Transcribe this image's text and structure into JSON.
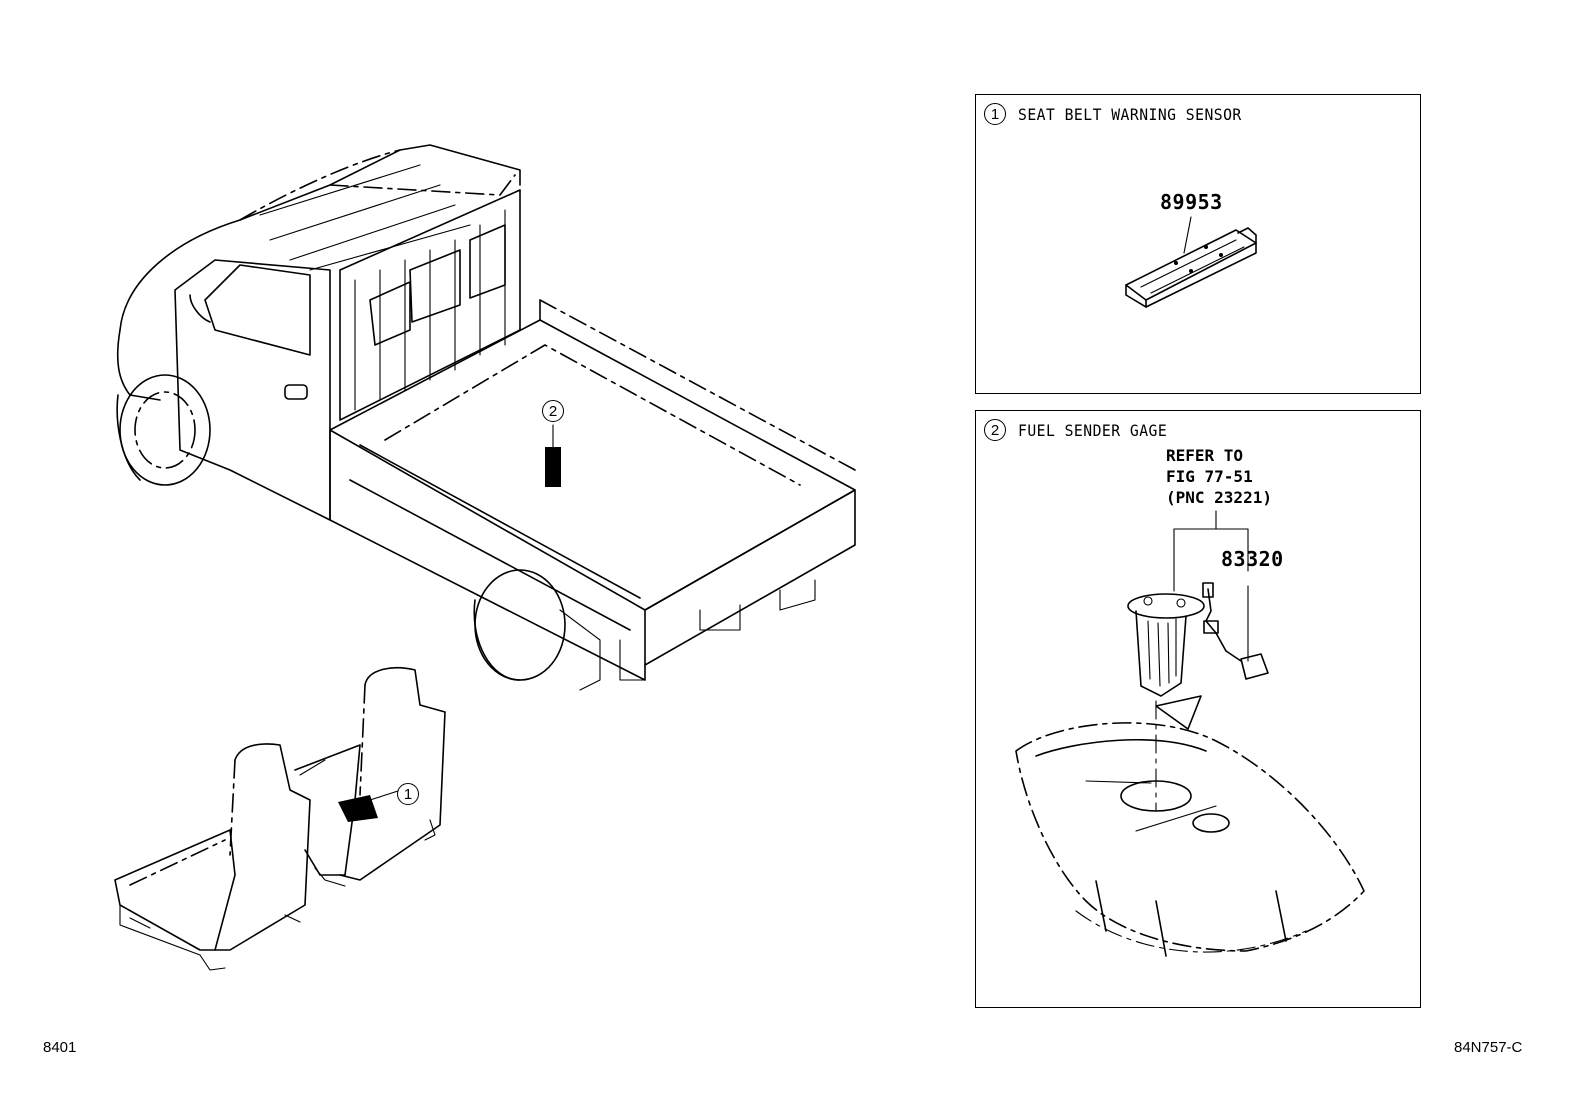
{
  "panels": {
    "seat_belt": {
      "index": "1",
      "title": "SEAT BELT WARNING SENSOR",
      "part_number": "89953"
    },
    "fuel_sender": {
      "index": "2",
      "title": "FUEL SENDER GAGE",
      "refer_lines": [
        "REFER TO",
        "FIG 77-51",
        "(PNC 23221)"
      ],
      "part_number": "83320"
    }
  },
  "callouts": {
    "bed_marker": "2",
    "seat_marker": "1"
  },
  "footer": {
    "left_code": "8401",
    "right_code": "84N757-C"
  }
}
